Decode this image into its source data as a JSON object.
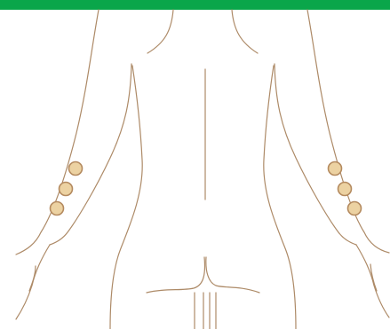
{
  "header": {
    "bar_color": "#0aa64a"
  },
  "figure": {
    "outline_color": "#ad8a67",
    "marker_fill": "#ecd2a2",
    "marker_stroke": "#b48a5f",
    "markers": [
      {
        "side": "left",
        "index": 1
      },
      {
        "side": "left",
        "index": 2
      },
      {
        "side": "left",
        "index": 3
      },
      {
        "side": "right",
        "index": 1
      },
      {
        "side": "right",
        "index": 2
      },
      {
        "side": "right",
        "index": 3
      }
    ]
  }
}
